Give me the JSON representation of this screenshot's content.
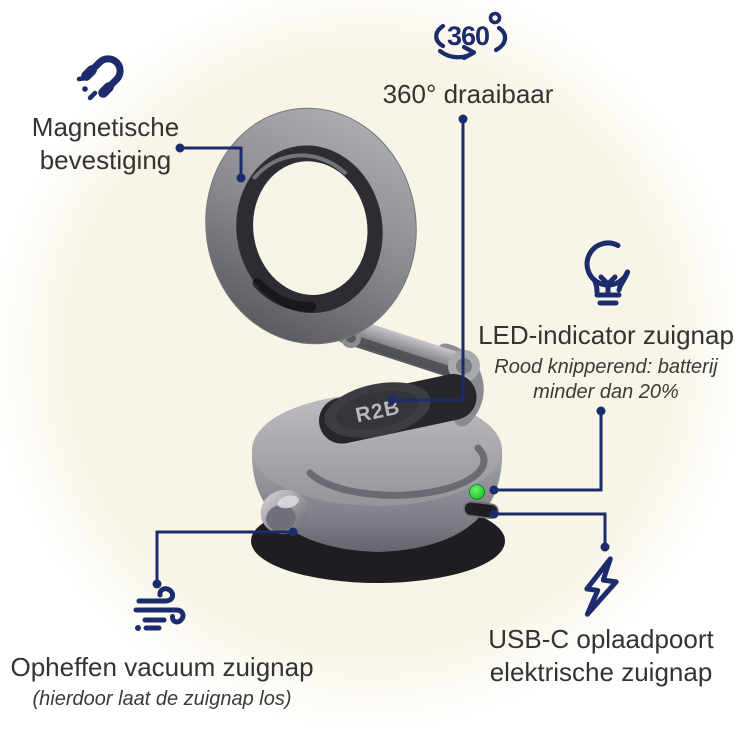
{
  "colors": {
    "navy": "#1b2b6b",
    "heading_text": "#333333",
    "background_glow": "#f8f4e6",
    "led_green": "#2ed53c",
    "product_gray": "#8f8f96"
  },
  "annotations": {
    "magnet": {
      "icon": "magnet-icon",
      "lines": [
        "Magnetische",
        "bevestiging"
      ]
    },
    "rotate360": {
      "icon": "rotate-360-icon",
      "icon_text": "360",
      "label": "360° draaibaar"
    },
    "led": {
      "icon": "lightbulb-icon",
      "label": "LED-indicator zuignap",
      "sub_lines": [
        "Rood knipperend: batterij",
        "minder dan 20%"
      ]
    },
    "vacuum": {
      "icon": "wind-icon",
      "label": "Opheffen vacuum zuignap",
      "sub": "(hierdoor laat de zuignap los)"
    },
    "usbc": {
      "icon": "lightning-icon",
      "lines": [
        "USB-C oplaadpoort",
        "elektrische zuignap"
      ]
    }
  },
  "product": {
    "brand": "R2B",
    "type": "magnetic suction phone mount"
  }
}
